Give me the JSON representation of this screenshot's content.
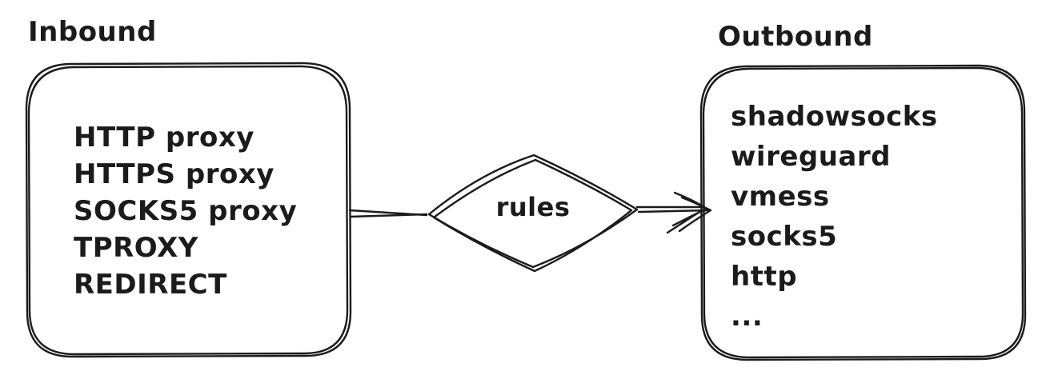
{
  "colors": {
    "stroke": "#1b1b1b",
    "background": "#ffffff"
  },
  "inbound": {
    "title": "Inbound",
    "items": [
      "HTTP proxy",
      "HTTPS proxy",
      "SOCKS5 proxy",
      "TPROXY",
      "REDIRECT"
    ]
  },
  "decision": {
    "label": "rules"
  },
  "outbound": {
    "title": "Outbound",
    "items": [
      "shadowsocks",
      "wireguard",
      "vmess",
      "socks5",
      "http",
      "..."
    ]
  }
}
